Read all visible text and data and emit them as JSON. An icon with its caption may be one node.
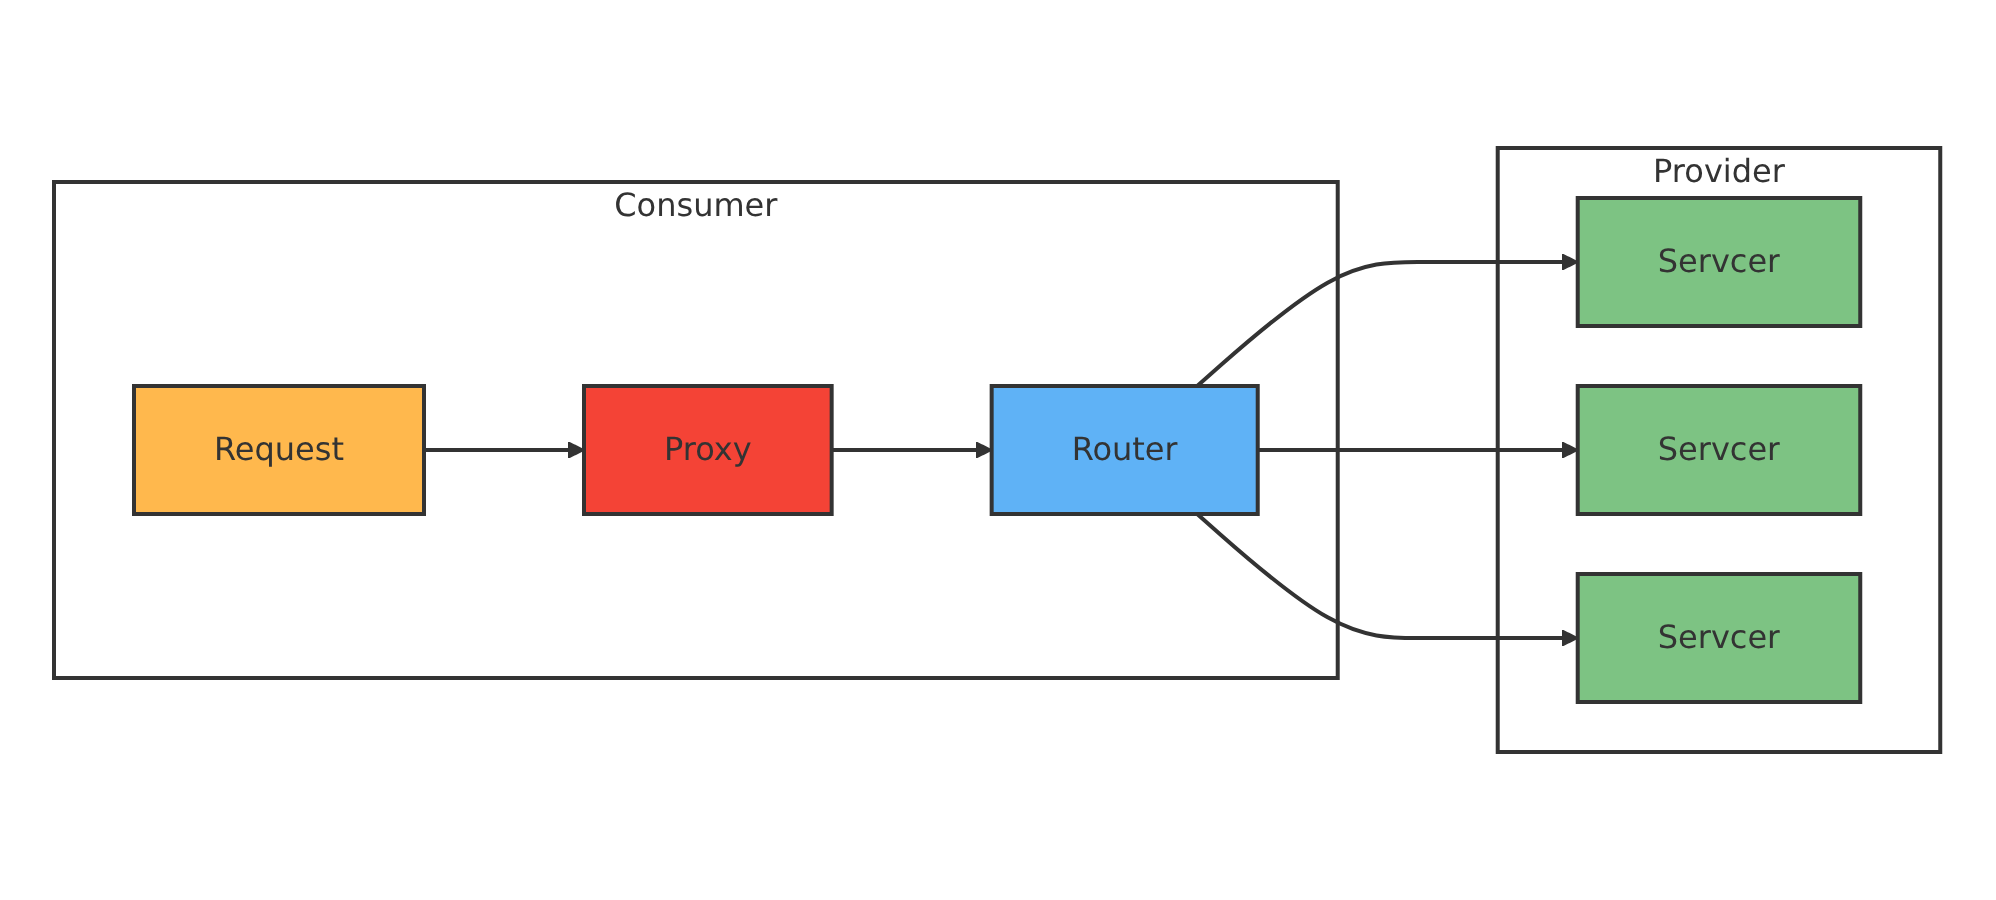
{
  "diagram": {
    "nodes": [
      {
        "text": [
          "Consumer"
        ]
      },
      {
        "text": [
          "Request"
        ],
        "in": 0
      },
      {
        "text": [
          "Proxy"
        ],
        "in": 0
      },
      {
        "text": [
          "Router"
        ],
        "in": 0
      },
      {
        "text": [
          "Provider"
        ]
      },
      {
        "text": [
          "Servcer"
        ],
        "in": 4
      },
      {
        "text": [
          "Servcer"
        ],
        "in": 4
      },
      {
        "text": [
          "Servcer"
        ],
        "in": 4
      }
    ],
    "edges": [
      {
        "from": 1,
        "to": 2,
        "arrow": "to"
      },
      {
        "from": 2,
        "to": 3,
        "arrow": "to"
      },
      {
        "from": 3,
        "to": 5,
        "arrow": "to"
      },
      {
        "from": 3,
        "to": 6,
        "arrow": "to"
      },
      {
        "from": 3,
        "to": 7,
        "arrow": "to"
      }
    ]
  }
}
